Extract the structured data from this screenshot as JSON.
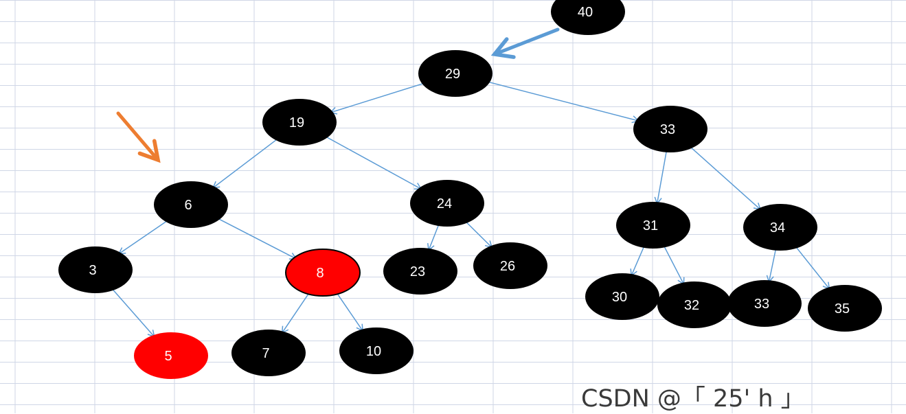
{
  "colors": {
    "grid": "#cfd6e6",
    "node_black": "#000000",
    "node_red": "#ff0000",
    "edge": "#5b9bd5",
    "pointer_arrow": "#5b9bd5",
    "highlight_arrow": "#ed7d31",
    "label": "#ffffff"
  },
  "nodes": [
    {
      "id": "n40",
      "label": "40",
      "color": "black"
    },
    {
      "id": "n29",
      "label": "29",
      "color": "black"
    },
    {
      "id": "n19",
      "label": "19",
      "color": "black"
    },
    {
      "id": "n33a",
      "label": "33",
      "color": "black"
    },
    {
      "id": "n6",
      "label": "6",
      "color": "black"
    },
    {
      "id": "n24",
      "label": "24",
      "color": "black"
    },
    {
      "id": "n31",
      "label": "31",
      "color": "black"
    },
    {
      "id": "n34",
      "label": "34",
      "color": "black"
    },
    {
      "id": "n3",
      "label": "3",
      "color": "black"
    },
    {
      "id": "n8",
      "label": "8",
      "color": "red"
    },
    {
      "id": "n23",
      "label": "23",
      "color": "black"
    },
    {
      "id": "n26",
      "label": "26",
      "color": "black"
    },
    {
      "id": "n30",
      "label": "30",
      "color": "black"
    },
    {
      "id": "n32",
      "label": "32",
      "color": "black"
    },
    {
      "id": "n33b",
      "label": "33",
      "color": "black"
    },
    {
      "id": "n35",
      "label": "35",
      "color": "black"
    },
    {
      "id": "n5",
      "label": "5",
      "color": "red"
    },
    {
      "id": "n7",
      "label": "7",
      "color": "black"
    },
    {
      "id": "n10",
      "label": "10",
      "color": "black"
    }
  ],
  "edges": [
    {
      "from": "n29",
      "to": "n19"
    },
    {
      "from": "n29",
      "to": "n33a"
    },
    {
      "from": "n19",
      "to": "n6"
    },
    {
      "from": "n19",
      "to": "n24"
    },
    {
      "from": "n6",
      "to": "n3"
    },
    {
      "from": "n6",
      "to": "n8"
    },
    {
      "from": "n3",
      "to": "n5"
    },
    {
      "from": "n8",
      "to": "n7"
    },
    {
      "from": "n8",
      "to": "n10"
    },
    {
      "from": "n24",
      "to": "n23"
    },
    {
      "from": "n24",
      "to": "n26"
    },
    {
      "from": "n33a",
      "to": "n31"
    },
    {
      "from": "n33a",
      "to": "n34"
    },
    {
      "from": "n31",
      "to": "n30"
    },
    {
      "from": "n31",
      "to": "n32"
    },
    {
      "from": "n34",
      "to": "n33b"
    },
    {
      "from": "n34",
      "to": "n35"
    }
  ],
  "annotations": {
    "pointer_arrow": {
      "from": "n40",
      "to": "n29"
    },
    "highlight_arrow": {
      "target": "n6"
    }
  },
  "watermark": "CSDN @「 25' h 」"
}
